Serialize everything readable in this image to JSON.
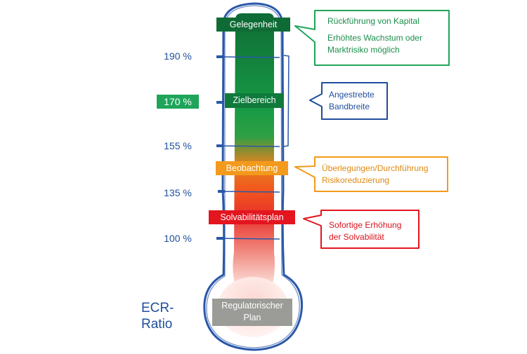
{
  "axis_label": [
    "ECR-",
    "Ratio"
  ],
  "ticks": [
    {
      "label": "190 %",
      "value": 190,
      "highlight": false
    },
    {
      "label": "170 %",
      "value": 170,
      "highlight": true
    },
    {
      "label": "155 %",
      "value": 155,
      "highlight": false
    },
    {
      "label": "135 %",
      "value": 135,
      "highlight": false
    },
    {
      "label": "100 %",
      "value": 100,
      "highlight": false
    }
  ],
  "levels": [
    {
      "label": "Gelegenheit",
      "color": "#0f6b35"
    },
    {
      "label": "Zielbereich",
      "color": "#0f7a3c"
    },
    {
      "label": "Beobachtung",
      "color": "#f39a1c"
    },
    {
      "label": "Solvabilitätsplan",
      "color": "#e3151f"
    },
    {
      "label": "Regulatorischer Plan",
      "color": "#9b9b98"
    }
  ],
  "callouts": [
    {
      "lines": [
        "Rückführung von Kapital",
        "Erhöhtes Wachstum oder",
        "Marktrisiko möglich"
      ],
      "color": "#1fa55a"
    },
    {
      "lines": [
        "Angestrebte",
        "Bandbreite"
      ],
      "color": "#1f4e9c"
    },
    {
      "lines": [
        "Überlegungen/Durchführung",
        "Risikoreduzierung"
      ],
      "color": "#f39a1c"
    },
    {
      "lines": [
        "Sofortige Erhöhung",
        "der Solvabilität"
      ],
      "color": "#e3151f"
    }
  ],
  "colors": {
    "outline": "#2a58a8",
    "text_blue": "#1f4e9c"
  }
}
